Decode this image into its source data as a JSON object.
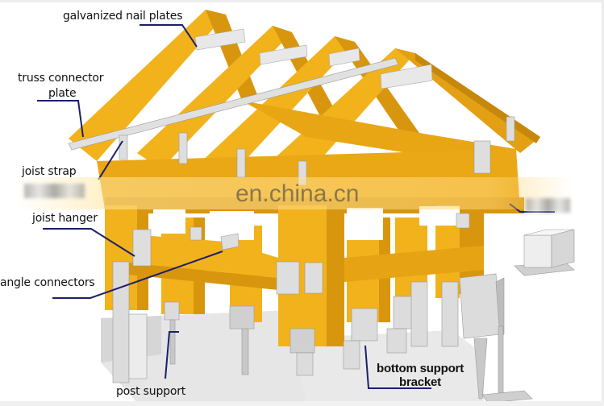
{
  "diagram": {
    "title": "Timber frame metal connectors",
    "colors": {
      "wood": "#f2b21c",
      "wood_dark": "#d8960e",
      "wood_shadow": "#c5880a",
      "metal": "#dcdcdc",
      "leader_line": "#1c1f6b",
      "ground": "#e3e3e3"
    },
    "labels": [
      {
        "id": "galvanized-nail-plates",
        "text": "galvanized nail plates"
      },
      {
        "id": "truss-connector-plate-1",
        "text": "truss connector"
      },
      {
        "id": "truss-connector-plate-2",
        "text": "plate"
      },
      {
        "id": "joist-strap",
        "text": "joist strap"
      },
      {
        "id": "joist-hanger",
        "text": "joist hanger"
      },
      {
        "id": "angle-connectors",
        "text": "angle connectors"
      },
      {
        "id": "post-support",
        "text": "post support"
      },
      {
        "id": "bottom-support-bracket-1",
        "text": "bottom support"
      },
      {
        "id": "bottom-support-bracket-2",
        "text": "bracket"
      },
      {
        "id": "hanger-partial",
        "text": "hanger"
      }
    ],
    "watermark": "en.china.cn"
  }
}
